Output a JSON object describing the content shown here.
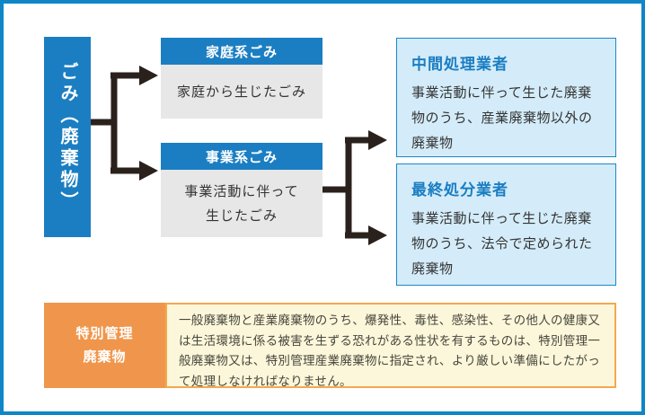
{
  "diagram": {
    "root": {
      "label": "ごみ（廃棄物）"
    },
    "branches": [
      {
        "header": "家庭系ごみ",
        "body_lines": [
          "家庭から生じたごみ"
        ]
      },
      {
        "header": "事業系ごみ",
        "body_lines": [
          "事業活動に伴って",
          "生じたごみ"
        ]
      }
    ],
    "outcomes": [
      {
        "title": "中間処理業者",
        "body": "事業活動に伴って生じた廃棄物のうち、産業廃棄物以外の廃棄物"
      },
      {
        "title": "最終処分業者",
        "body": "事業活動に伴って生じた廃棄物のうち、法令で定められた廃棄物"
      }
    ],
    "note": {
      "label_lines": [
        "特別管理",
        "廃棄物"
      ],
      "body": "一般廃棄物と産業廃棄物のうち、爆発性、毒性、感染性、その他人の健康又は生活環境に係る被害を生ずる恐れがある性状を有するものは、特別管理一般廃棄物又は、特別管理産業廃棄物に指定され、より厳しい準備にしたがって処理しなければなりません。"
    },
    "colors": {
      "primary_blue": "#1b7ec2",
      "light_blue_fill": "#d4ecf9",
      "light_blue_border": "#1b86c6",
      "gray_fill": "#e7e7e7",
      "orange": "#f0964c",
      "cream_fill": "#fcf7da",
      "cream_border": "#f4a84e",
      "connector_dark": "#2a211c",
      "frame_border": "#0e86c8"
    }
  }
}
